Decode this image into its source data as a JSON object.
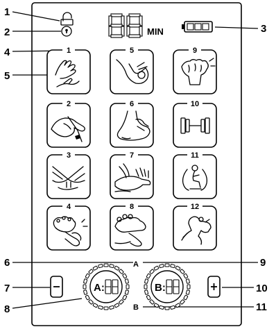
{
  "callouts": [
    "1",
    "2",
    "3",
    "4",
    "5",
    "6",
    "7",
    "8",
    "9",
    "10",
    "11"
  ],
  "header": {
    "min_label": "MIN",
    "battery_icon": "battery-icon",
    "lock_icon": "padlock-icon",
    "unlock_icon": "keyhole-icon"
  },
  "programs": [
    {
      "num": "1",
      "icon": "hands-icon"
    },
    {
      "num": "5",
      "icon": "elbow-arm-icon"
    },
    {
      "num": "9",
      "icon": "fist-icon"
    },
    {
      "num": "2",
      "icon": "wrist-hand-icon"
    },
    {
      "num": "6",
      "icon": "foot-ankle-icon"
    },
    {
      "num": "10",
      "icon": "dumbbell-icon"
    },
    {
      "num": "3",
      "icon": "crossed-hands-icon"
    },
    {
      "num": "7",
      "icon": "hand-massage-icon"
    },
    {
      "num": "11",
      "icon": "seated-figure-icon"
    },
    {
      "num": "4",
      "icon": "hand-pressure-icon"
    },
    {
      "num": "8",
      "icon": "finger-tap-icon"
    },
    {
      "num": "12",
      "icon": "shoulder-figure-icon"
    }
  ],
  "channels": {
    "a_marker": "A",
    "b_marker": "B",
    "a_prefix": "A:",
    "b_prefix": "B:",
    "minus_icon": "minus-icon",
    "plus_icon": "plus-icon"
  }
}
